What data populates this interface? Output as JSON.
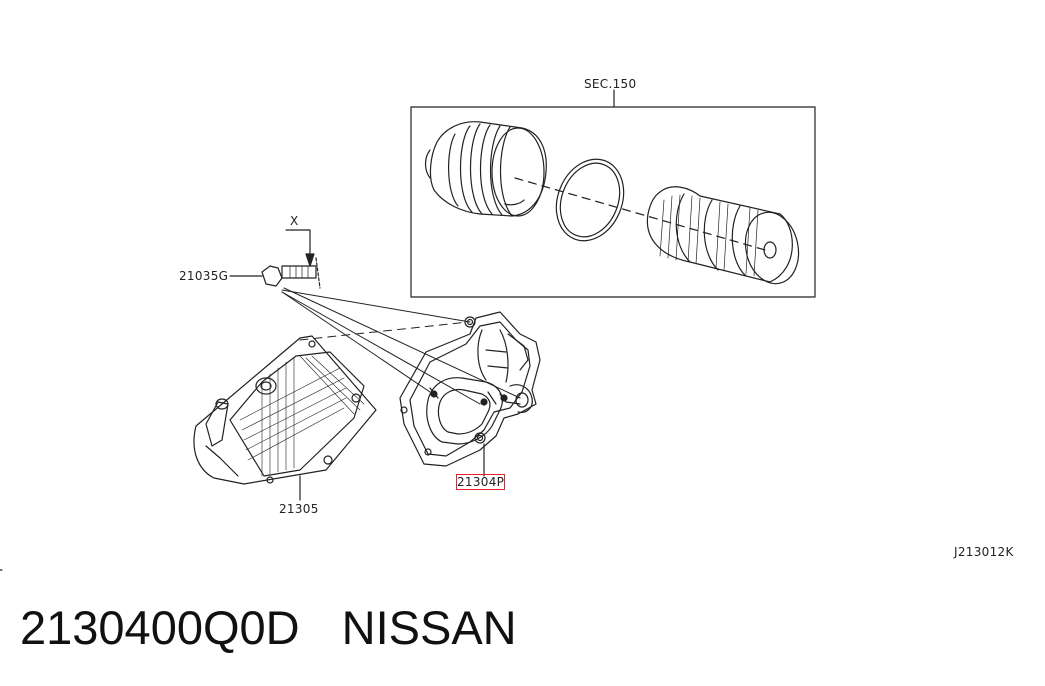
{
  "diagram": {
    "section_ref": "SEC.150",
    "view_marker": "X",
    "parts": {
      "bolt": "21035G",
      "oil_cooler": "21305",
      "cooler_housing": "21304P"
    },
    "highlighted_part": "21304P",
    "drawing_id": "J213012K"
  },
  "caption": {
    "part_number": "2130400Q0D",
    "brand": "NISSAN"
  },
  "colors": {
    "highlight": "#e8212a",
    "line": "#222222"
  }
}
